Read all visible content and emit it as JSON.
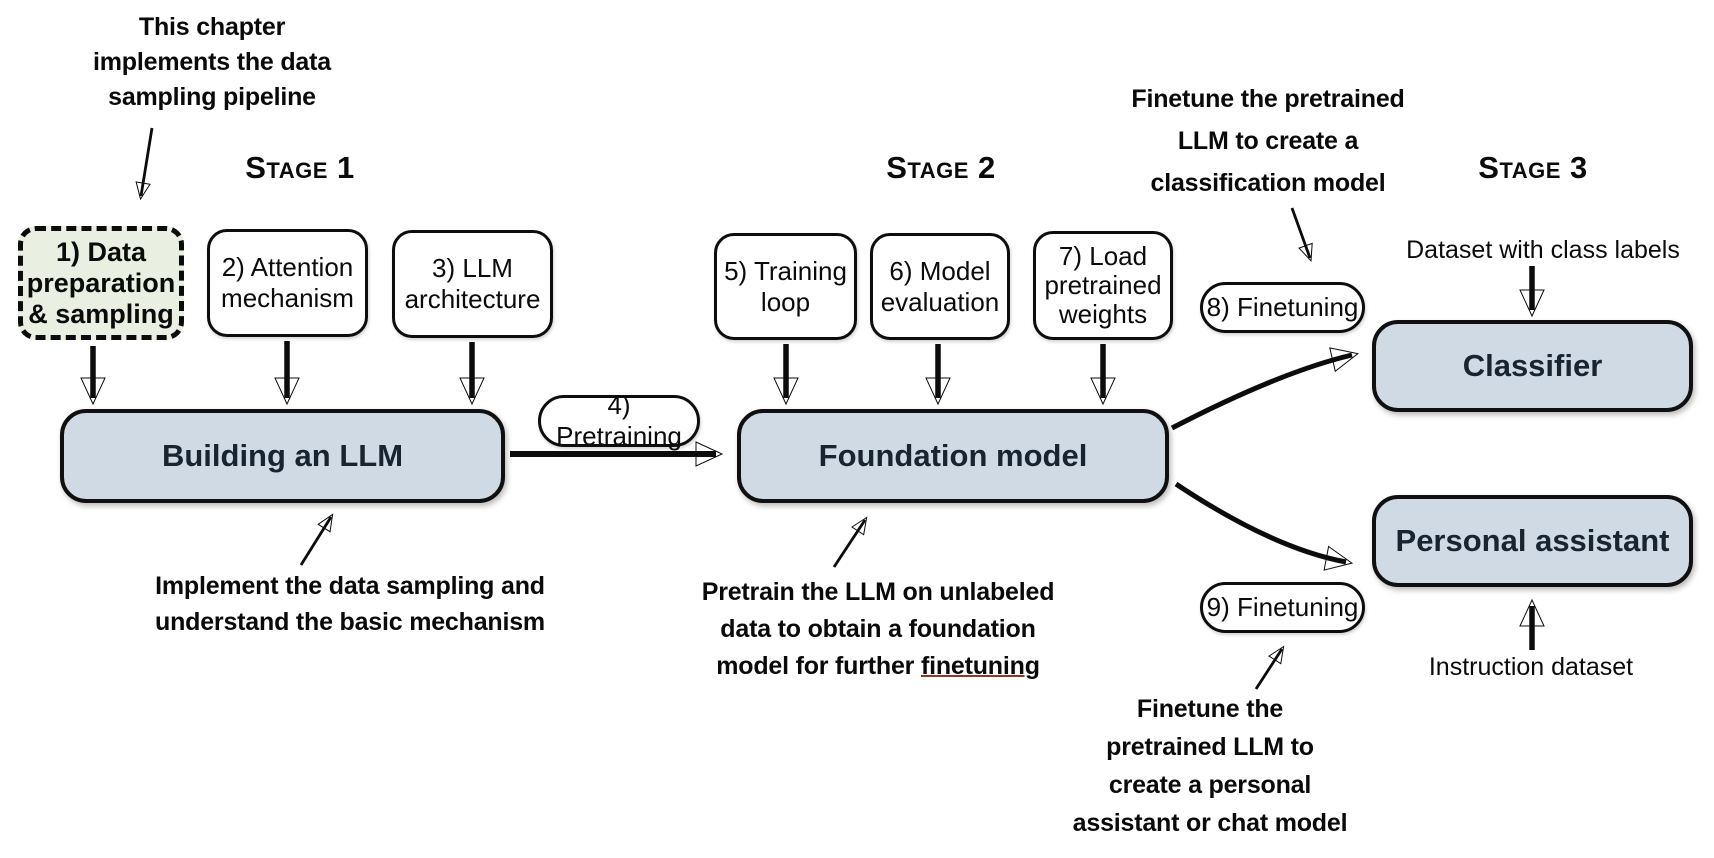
{
  "stages": {
    "s1": "Stage 1",
    "s2": "Stage 2",
    "s3": "Stage 3"
  },
  "notes": {
    "chapter": "This chapter\nimplements the data\nsampling pipeline",
    "implement": "Implement the data sampling and\nunderstand the basic mechanism",
    "pretrain_lines12": "Pretrain the LLM on unlabeled\ndata to obtain a foundation",
    "pretrain_line3_prefix": "model for further ",
    "pretrain_line3_underlined": "finetuning",
    "classification": "Finetune the pretrained\nLLM to create a\nclassification model",
    "assistant": "Finetune the\npretrained LLM to\ncreate a personal\nassistant or chat model"
  },
  "step_boxes": {
    "box1": "1) Data\npreparation\n& sampling",
    "box2": "2) Attention\nmechanism",
    "box3": "3) LLM\narchitecture",
    "box5": "5) Training\nloop",
    "box6": "6) Model\nevaluation",
    "box7": "7) Load\npretrained\nweights"
  },
  "pills": {
    "p4": "4) Pretraining",
    "p8": "8) Finetuning",
    "p9": "9) Finetuning"
  },
  "main_boxes": {
    "building": "Building an LLM",
    "foundation": "Foundation model",
    "classifier": "Classifier",
    "assistant": "Personal assistant"
  },
  "io_labels": {
    "dataset": "Dataset with class labels",
    "instruction": "Instruction dataset"
  },
  "colors": {
    "main_box_fill": "#cfdae5",
    "main_box_text": "#182430",
    "dashed_box_fill": "#e9f0e2",
    "stroke": "#0c0c0c",
    "background": "#ffffff",
    "underline_accent": "#8a3a22"
  }
}
